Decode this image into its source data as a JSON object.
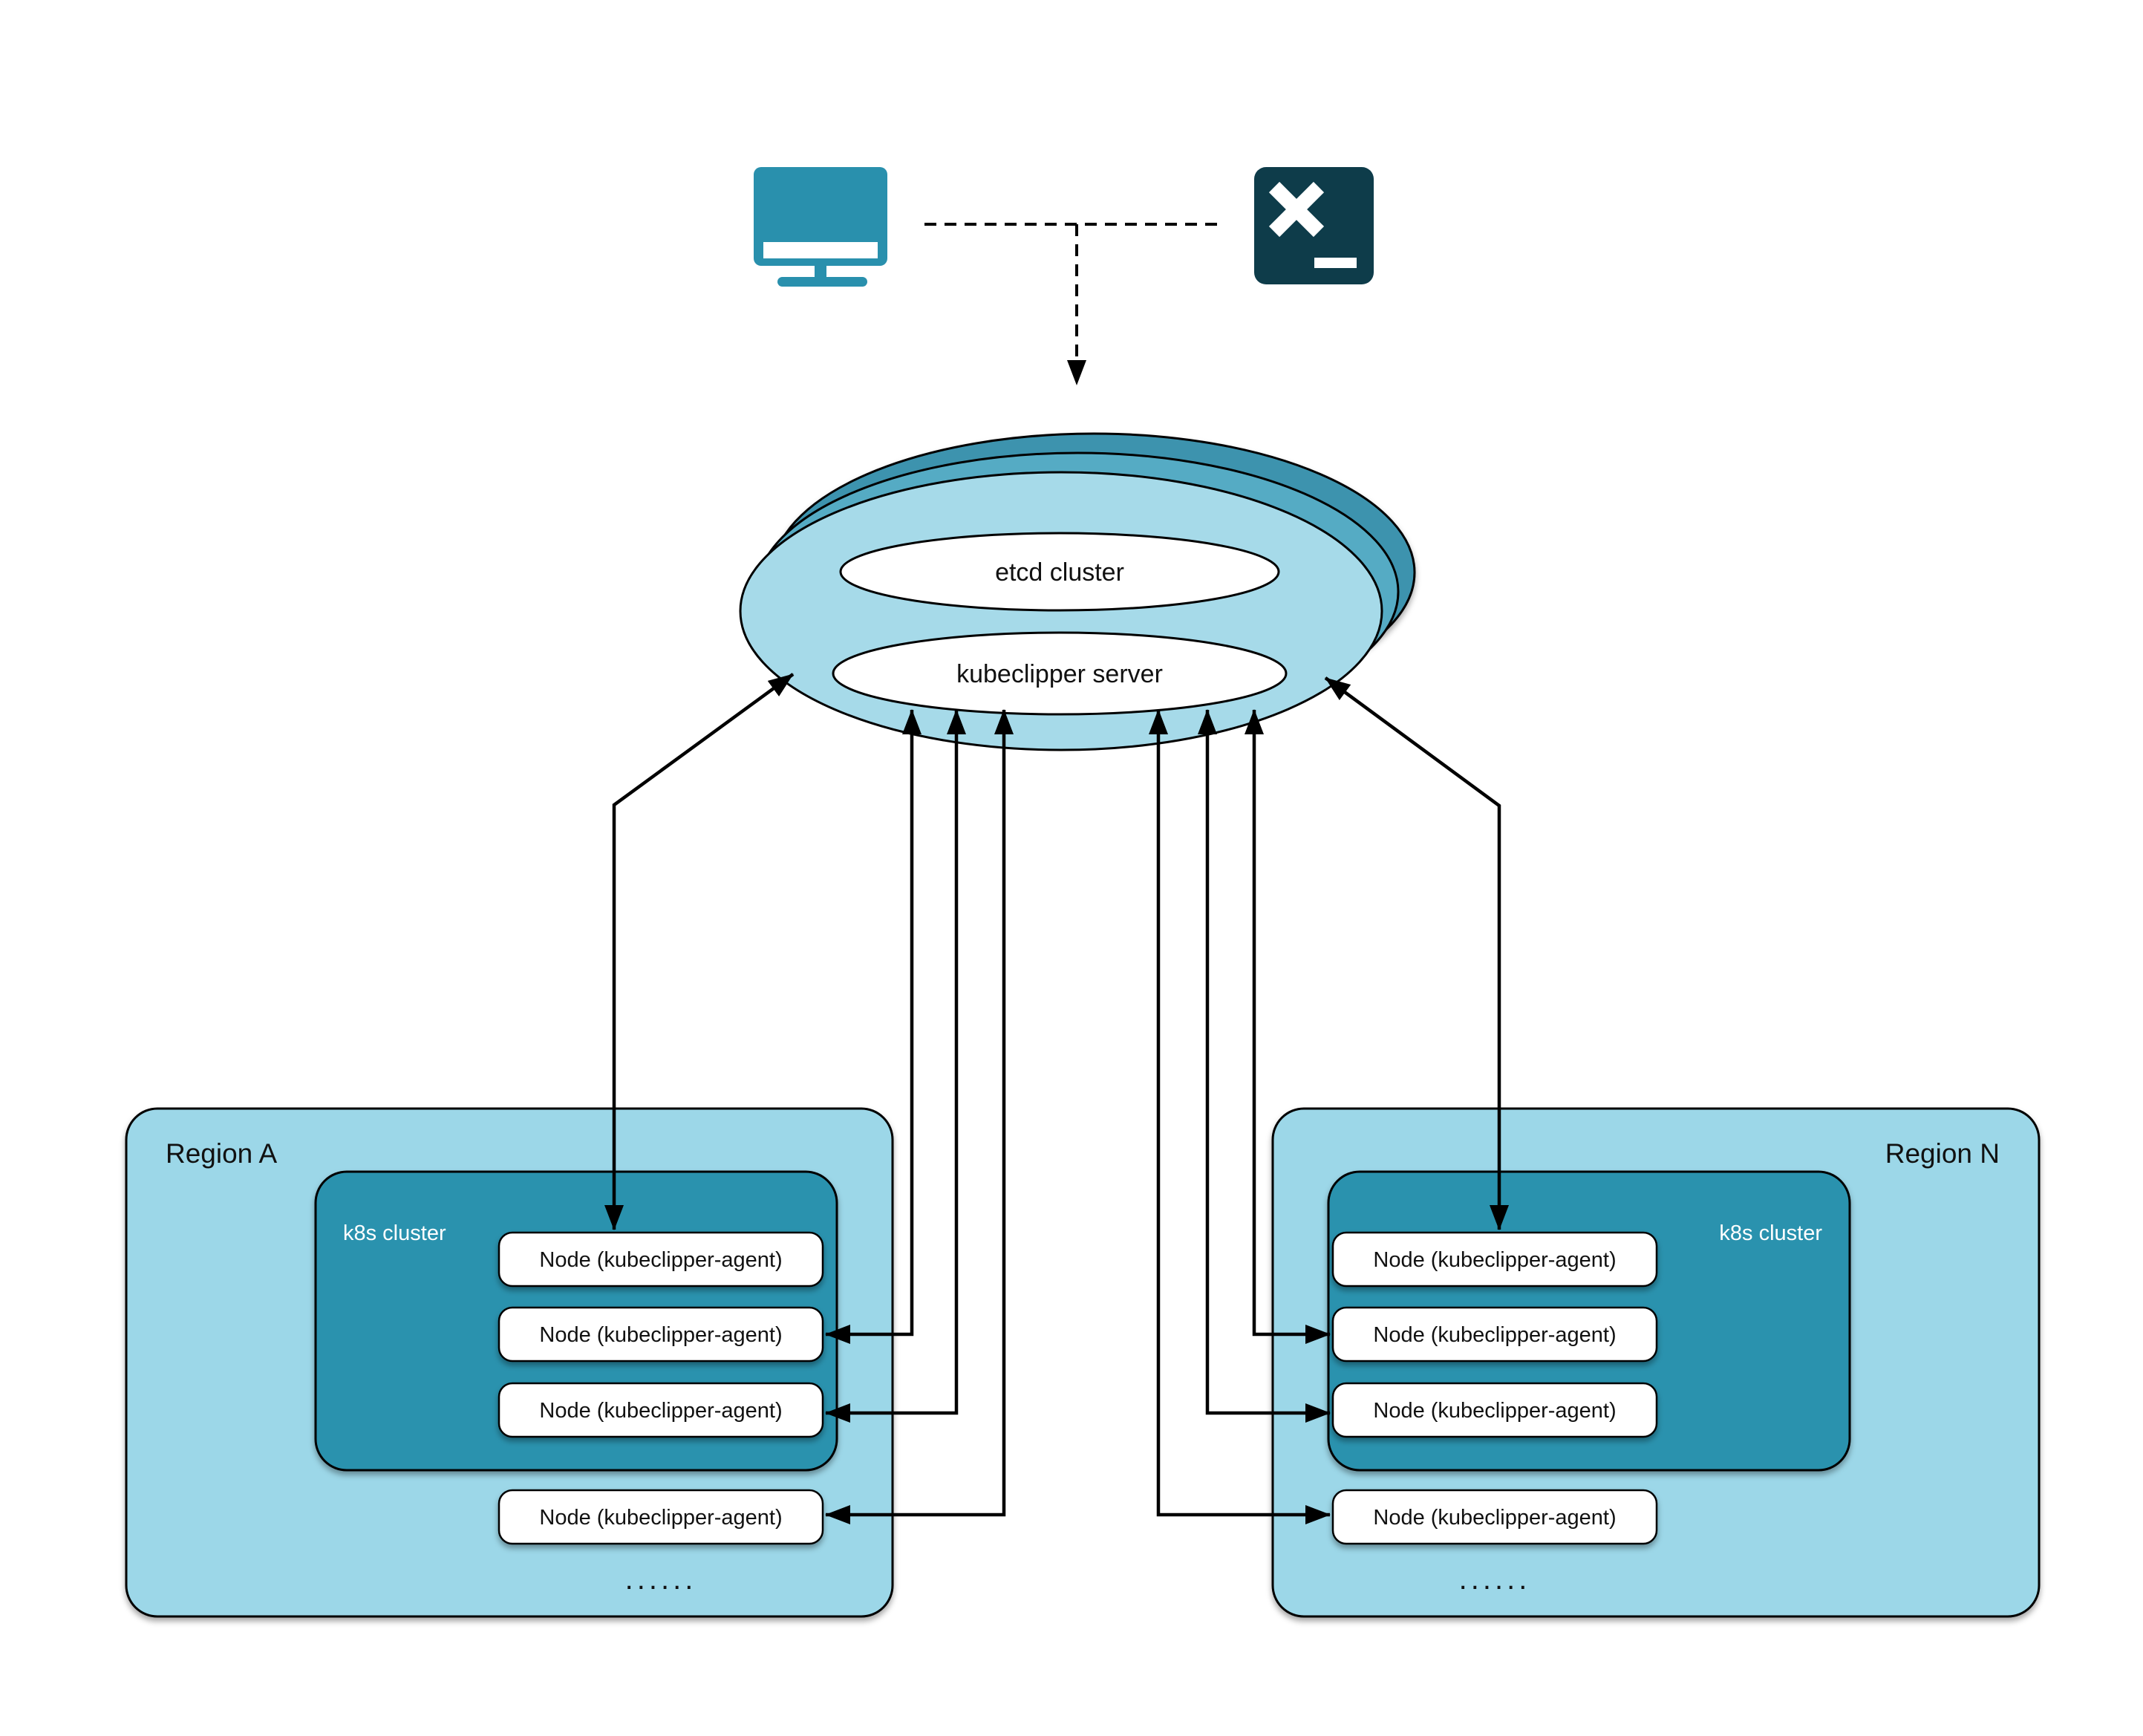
{
  "top": {
    "icons": {
      "monitor": "monitor-icon",
      "terminal": "terminal-icon"
    }
  },
  "disk": {
    "etcd_label": "etcd cluster",
    "server_label": "kubeclipper server"
  },
  "regions": [
    {
      "name": "Region A",
      "cluster_label": "k8s cluster",
      "nodes": [
        "Node (kubeclipper-agent)",
        "Node (kubeclipper-agent)",
        "Node (kubeclipper-agent)",
        "Node (kubeclipper-agent)"
      ],
      "ellipsis": "......"
    },
    {
      "name": "Region N",
      "cluster_label": "k8s cluster",
      "nodes": [
        "Node (kubeclipper-agent)",
        "Node (kubeclipper-agent)",
        "Node (kubeclipper-agent)",
        "Node (kubeclipper-agent)"
      ],
      "ellipsis": "......"
    }
  ],
  "colors": {
    "monitor_teal": "#2990ad",
    "terminal_dark": "#0e3c4a",
    "disk_front": "#a6dae9",
    "disk_mid": "#55abc4",
    "disk_back": "#3e93ae",
    "region_fill": "#9cd7e8",
    "k8s_fill": "#2a92ae",
    "pill_fill": "#ffffff",
    "line_black": "#000000"
  }
}
